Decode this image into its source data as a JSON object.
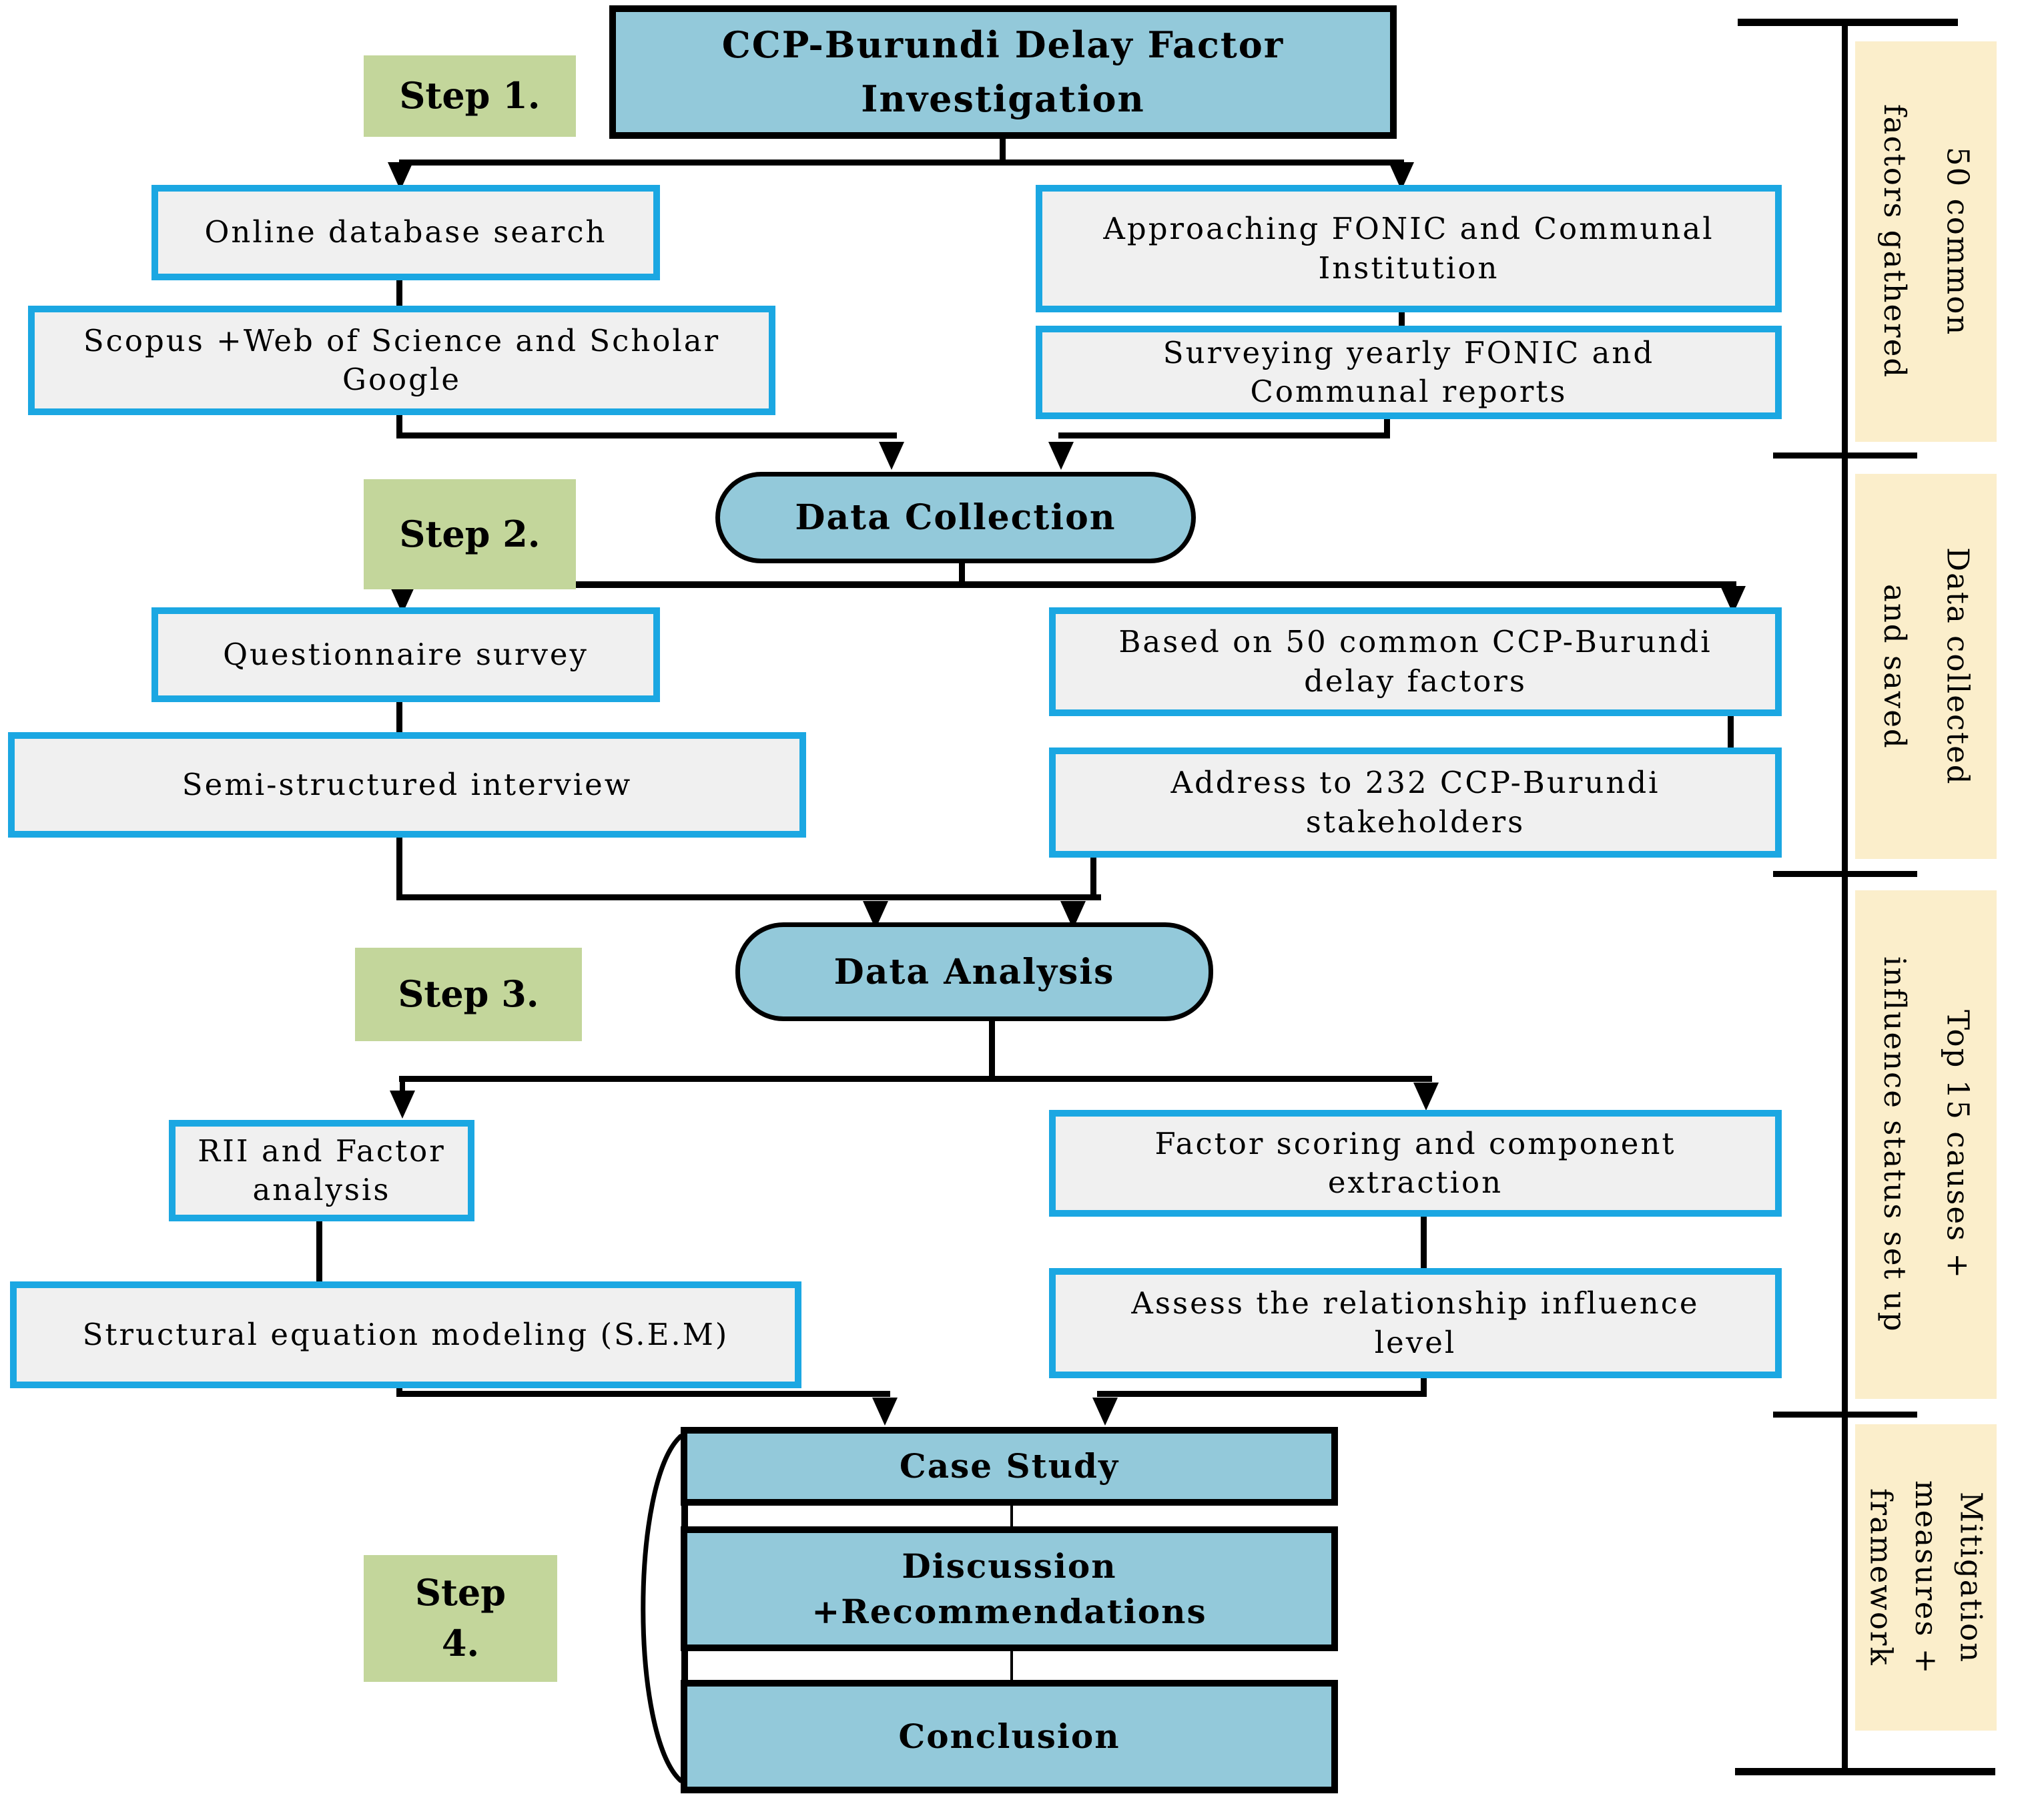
{
  "colors": {
    "node_fill": "#93C9DA",
    "step_fill": "#C3D69B",
    "side_fill": "#FBEECB",
    "box_border": "#1BA7E2",
    "box_fill": "#F0F0F0",
    "line": "#000000"
  },
  "title": "CCP-Burundi Delay Factor\nInvestigation",
  "steps": {
    "s1": "Step 1.",
    "s2": "Step 2.",
    "s3": "Step 3.",
    "s4": "Step\n4."
  },
  "hubs": {
    "collection": "Data Collection",
    "analysis": "Data Analysis"
  },
  "boxes": {
    "online": "Online database search",
    "approaching": "Approaching FONIC and Communal\nInstitution",
    "scopus": "Scopus +Web of Science and Scholar\nGoogle",
    "surveying": "Surveying yearly FONIC and\nCommunal reports",
    "questionnaire": "Questionnaire survey",
    "based": "Based on 50 common CCP-Burundi\ndelay factors",
    "semi": "Semi-structured interview",
    "address": "Address to 232 CCP-Burundi\nstakeholders",
    "rii": "RII and Factor\nanalysis",
    "sem": "Structural equation modeling (S.E.M)",
    "factor_scoring": "Factor scoring and component\nextraction",
    "assess": "Assess the relationship influence\nlevel",
    "case_study": "Case Study",
    "discussion": "Discussion\n+Recommendations",
    "conclusion": "Conclusion"
  },
  "side_labels": {
    "s1": "50 common\nfactors gathered",
    "s2": "Data collected\nand saved",
    "s3": "Top 15 causes +\ninfluence status set up",
    "s4": "Mitigation\nmeasures +\nframework"
  }
}
